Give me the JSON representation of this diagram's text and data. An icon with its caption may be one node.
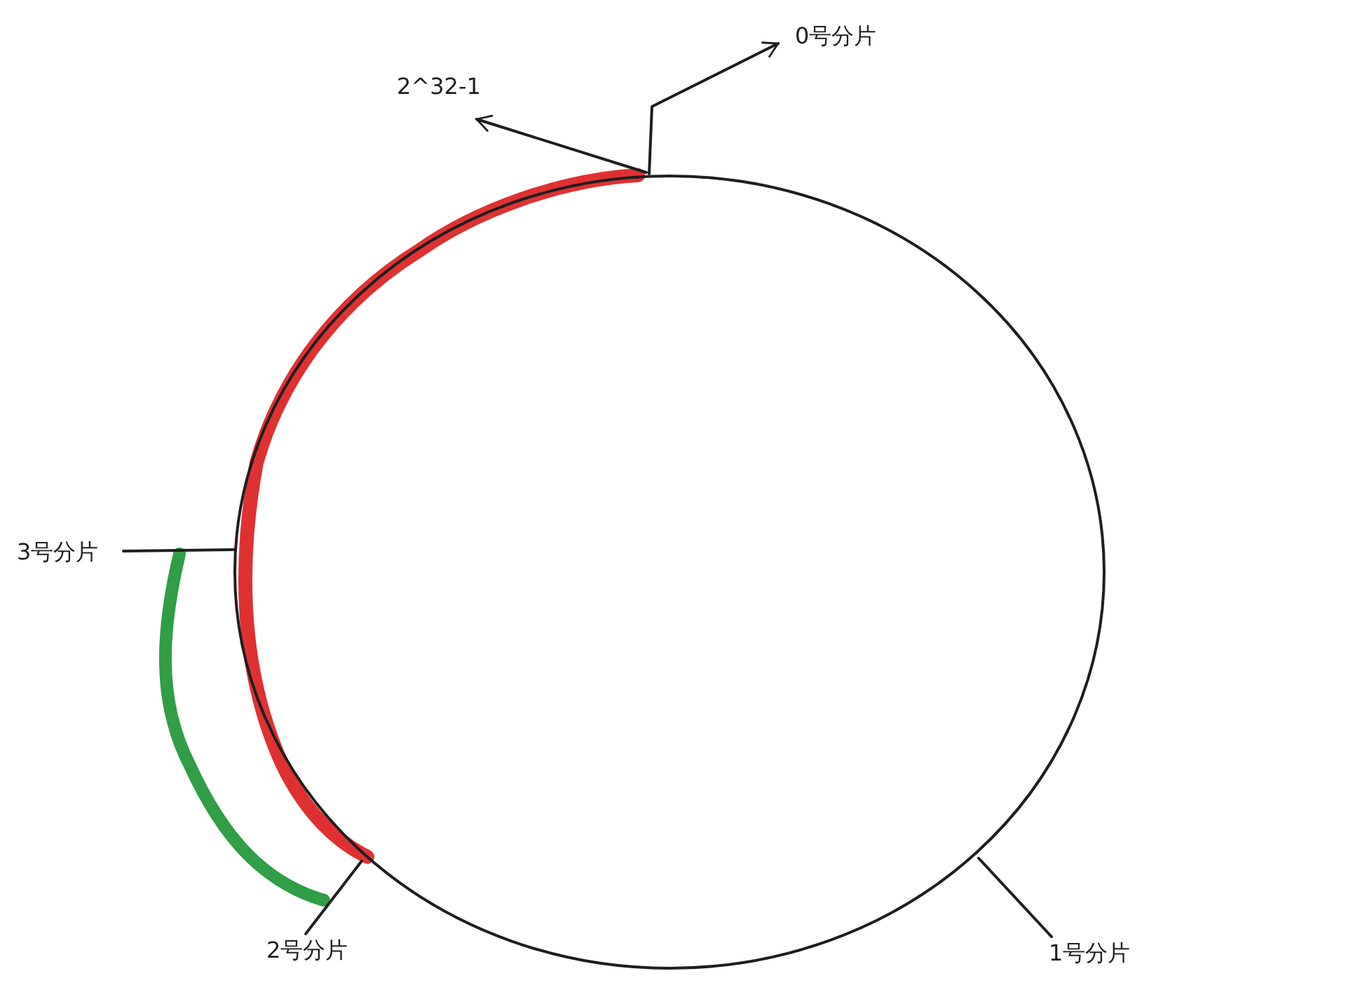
{
  "diagram": {
    "nodes": [
      {
        "text": [],
        "shape": "circle"
      },
      {
        "text": [
          "0号分片"
        ]
      },
      {
        "text": [
          "2^32-1"
        ]
      },
      {
        "text": [
          "3号分片"
        ]
      },
      {
        "text": [
          "2号分片"
        ]
      },
      {
        "text": [
          "1号分片"
        ]
      }
    ],
    "edges": [
      {
        "from": 0,
        "to": 1,
        "arrow": "to"
      },
      {
        "from": 0,
        "to": 2,
        "arrow": "to"
      },
      {
        "from": 3,
        "to": 0,
        "arrow": "none"
      },
      {
        "from": 4,
        "to": 0,
        "arrow": "none"
      },
      {
        "from": 5,
        "to": 0,
        "arrow": "none"
      }
    ]
  }
}
